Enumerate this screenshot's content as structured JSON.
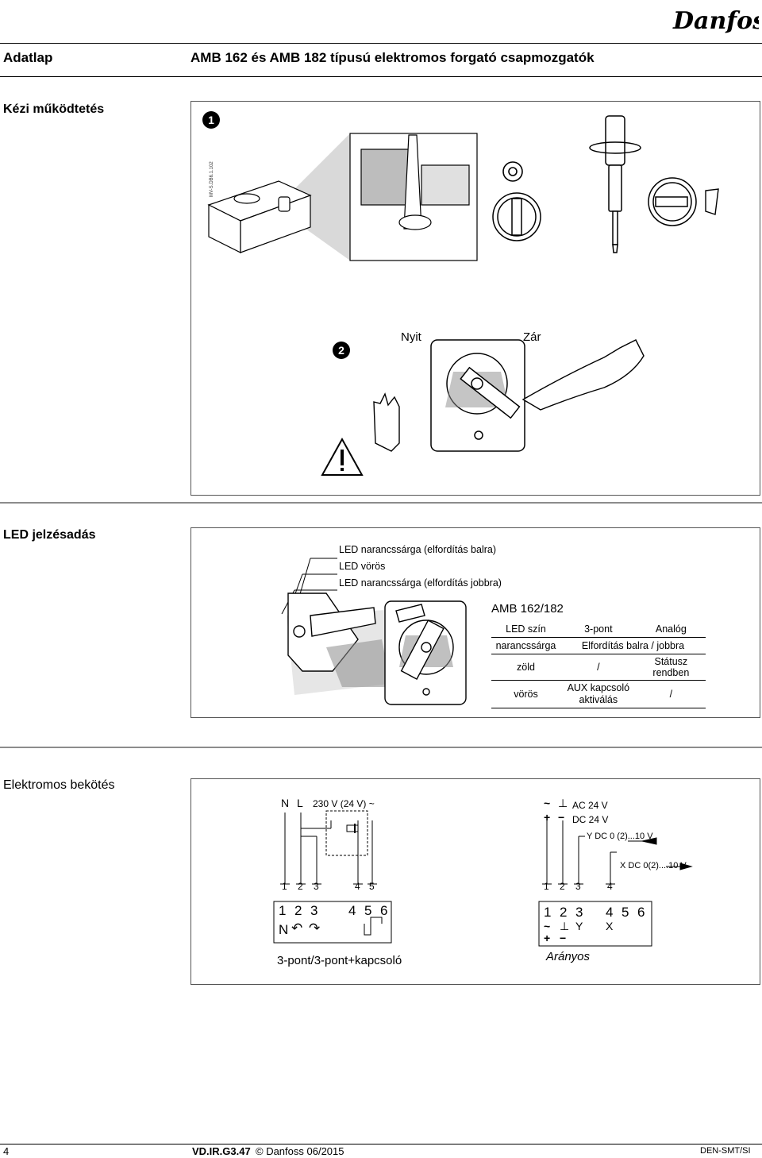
{
  "header": {
    "brand": "Danfoss",
    "doc_type": "Adatlap",
    "title": "AMB 162 és AMB 182 típusú elektromos forgató csapmozgatók"
  },
  "manual": {
    "section_label": "Kézi működtetés",
    "step1_marker": "1",
    "step2_marker": "2",
    "figure_code": "MV-S.DB6.1.102",
    "open_label": "Nyit",
    "close_label": "Zár"
  },
  "led": {
    "section_label": "LED jelzésadás",
    "line1": "LED narancssárga (elfordítás balra)",
    "line2": "LED vörös",
    "line3": "LED narancssárga (elfordítás jobbra)",
    "model": "AMB 162/182",
    "table": {
      "headers": [
        "LED szín",
        "3-pont",
        "Analóg"
      ],
      "rows": [
        [
          "narancssárga",
          "Elfordítás balra / jobbra",
          ""
        ],
        [
          "zöld",
          "/",
          "Státusz rendben"
        ],
        [
          "vörös",
          "AUX kapcsoló aktiválás",
          "/"
        ]
      ]
    }
  },
  "electrical": {
    "section_label": "Elektromos bekötés",
    "left": {
      "n": "N",
      "l": "L",
      "voltage": "230 V (24 V) ~",
      "small_terms": [
        "1",
        "2",
        "3",
        "4",
        "5"
      ],
      "terms": [
        "1",
        "2",
        "3",
        "4",
        "5",
        "6"
      ],
      "n_label": "N",
      "caption": "3-pont/3-pont+kapcsoló"
    },
    "right": {
      "ac_sym": "~",
      "gnd_sym": "⊥",
      "ac": "AC 24 V",
      "plus": "+",
      "minus": "−",
      "dc": "DC 24 V",
      "y_label": "Y  DC  0 (2)...10 V",
      "x_label": "X  DC 0(2)....10 V",
      "small_terms": [
        "1",
        "2",
        "3",
        "4"
      ],
      "terms": [
        "1",
        "2",
        "3",
        "4",
        "5",
        "6"
      ],
      "row2": [
        "~",
        "⊥",
        "Y",
        "X"
      ],
      "row3": [
        "+",
        "−"
      ],
      "caption": "Arányos"
    }
  },
  "footer": {
    "page": "4",
    "code": "VD.IR.G3.47",
    "copyright": "© Danfoss 06/2015",
    "ref": "DEN-SMT/SI"
  }
}
